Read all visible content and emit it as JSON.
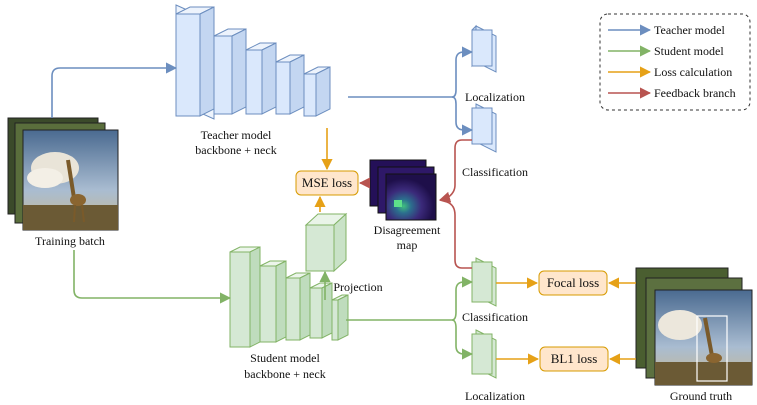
{
  "legend": {
    "items": [
      {
        "label": "Teacher model",
        "color": "#6c8ebf"
      },
      {
        "label": "Student model",
        "color": "#82b366"
      },
      {
        "label": "Loss calculation",
        "color": "#e6a117"
      },
      {
        "label": "Feedback branch",
        "color": "#b85450"
      }
    ]
  },
  "labels": {
    "training_batch": "Training batch",
    "teacher_line1": "Teacher model",
    "teacher_line2": "backbone + neck",
    "student_line1": "Student model",
    "student_line2": "backbone + neck",
    "teacher_localization": "Localization",
    "teacher_classification": "Classification",
    "student_classification": "Classification",
    "student_localization": "Localization",
    "projection": "Projection",
    "disagreement_line1": "Disagreement",
    "disagreement_line2": "map",
    "ground_truth": "Ground truth"
  },
  "losses": {
    "mse": "MSE loss",
    "focal": "Focal loss",
    "bl1": "BL1 loss"
  },
  "colors": {
    "teacher_fill": "#dae8fc",
    "student_fill": "#d5e8d4",
    "loss_fill": "#ffe6cc",
    "loss_stroke": "#d79b00",
    "sky": "#8aa4c0",
    "savanna": "#6b5a35",
    "heatmap": "#2a1464"
  }
}
